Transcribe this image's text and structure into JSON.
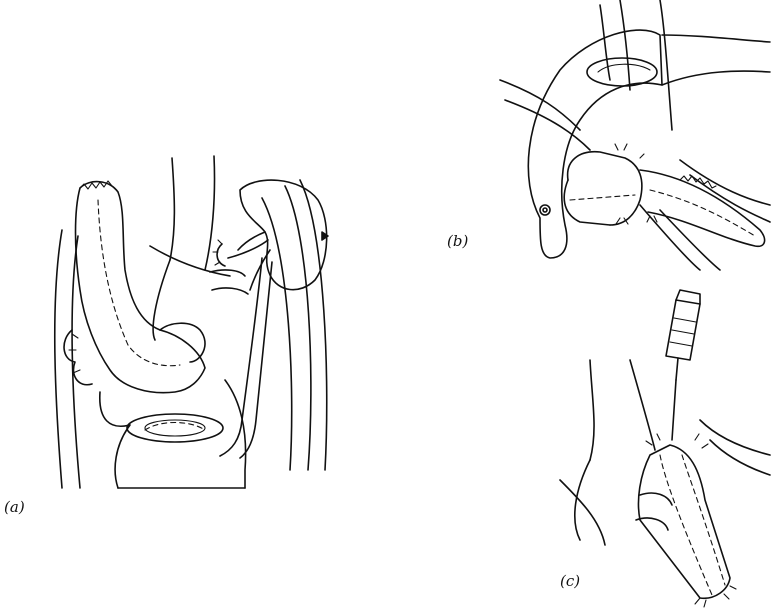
{
  "panels": [
    {
      "key": "a",
      "label": "a"
    },
    {
      "key": "b",
      "label": "b"
    },
    {
      "key": "c",
      "label": "c"
    }
  ]
}
